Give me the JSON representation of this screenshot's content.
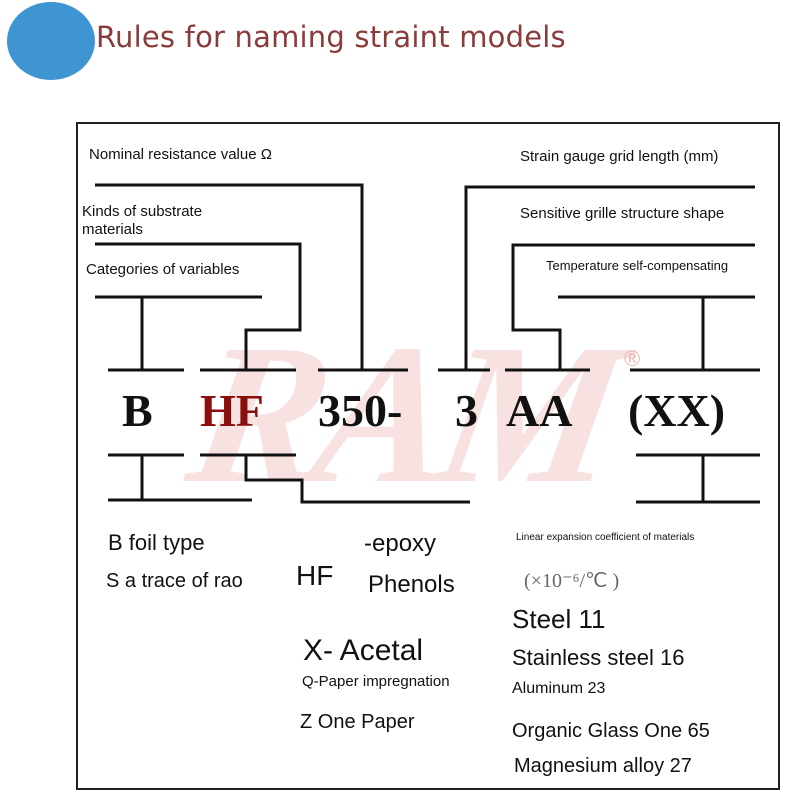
{
  "title": "Rules for naming straint models",
  "watermark": "RAM",
  "labels": {
    "nominal_resistance": "Nominal resistance value Ω",
    "substrate_line1": "Kinds of substrate",
    "substrate_line2": "materials",
    "categories": "Categories of variables",
    "grid_length": "Strain gauge grid length (mm)",
    "grille_shape": "Sensitive grille structure shape",
    "temp_comp": "Temperature self-compensating"
  },
  "code": {
    "b": "B",
    "hf": "HF",
    "resistance": "350-",
    "grid": "3",
    "shape": "AA",
    "comp": "(XX)"
  },
  "types": {
    "b_foil": "B foil type",
    "s_trace": "S a trace of rao"
  },
  "substrates": {
    "hf_code": "HF",
    "epoxy": "-epoxy",
    "phenols": "Phenols",
    "acetal": "X-  Acetal",
    "paper_impregnation": "Q-Paper impregnation",
    "one_paper": "Z One Paper"
  },
  "expansion": {
    "heading": "Linear expansion coefficient of materials",
    "unit": "(×10⁻⁶/℃ )",
    "steel": "Steel   11",
    "stainless": "Stainless steel 16",
    "aluminum": "Aluminum    23",
    "organic_glass": "Organic Glass One 65",
    "magnesium": "Magnesium alloy 27"
  }
}
